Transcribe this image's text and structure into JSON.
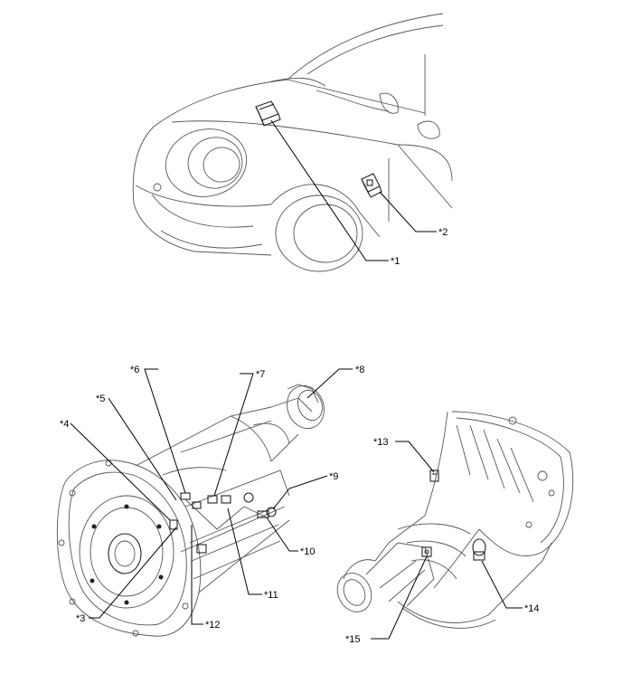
{
  "callouts": {
    "c1": "*1",
    "c2": "*2",
    "c3": "*3",
    "c4": "*4",
    "c5": "*5",
    "c6": "*6",
    "c7": "*7",
    "c8": "*8",
    "c9": "*9",
    "c10": "*10",
    "c11": "*11",
    "c12": "*12",
    "c13": "*13",
    "c14": "*14",
    "c15": "*15"
  }
}
